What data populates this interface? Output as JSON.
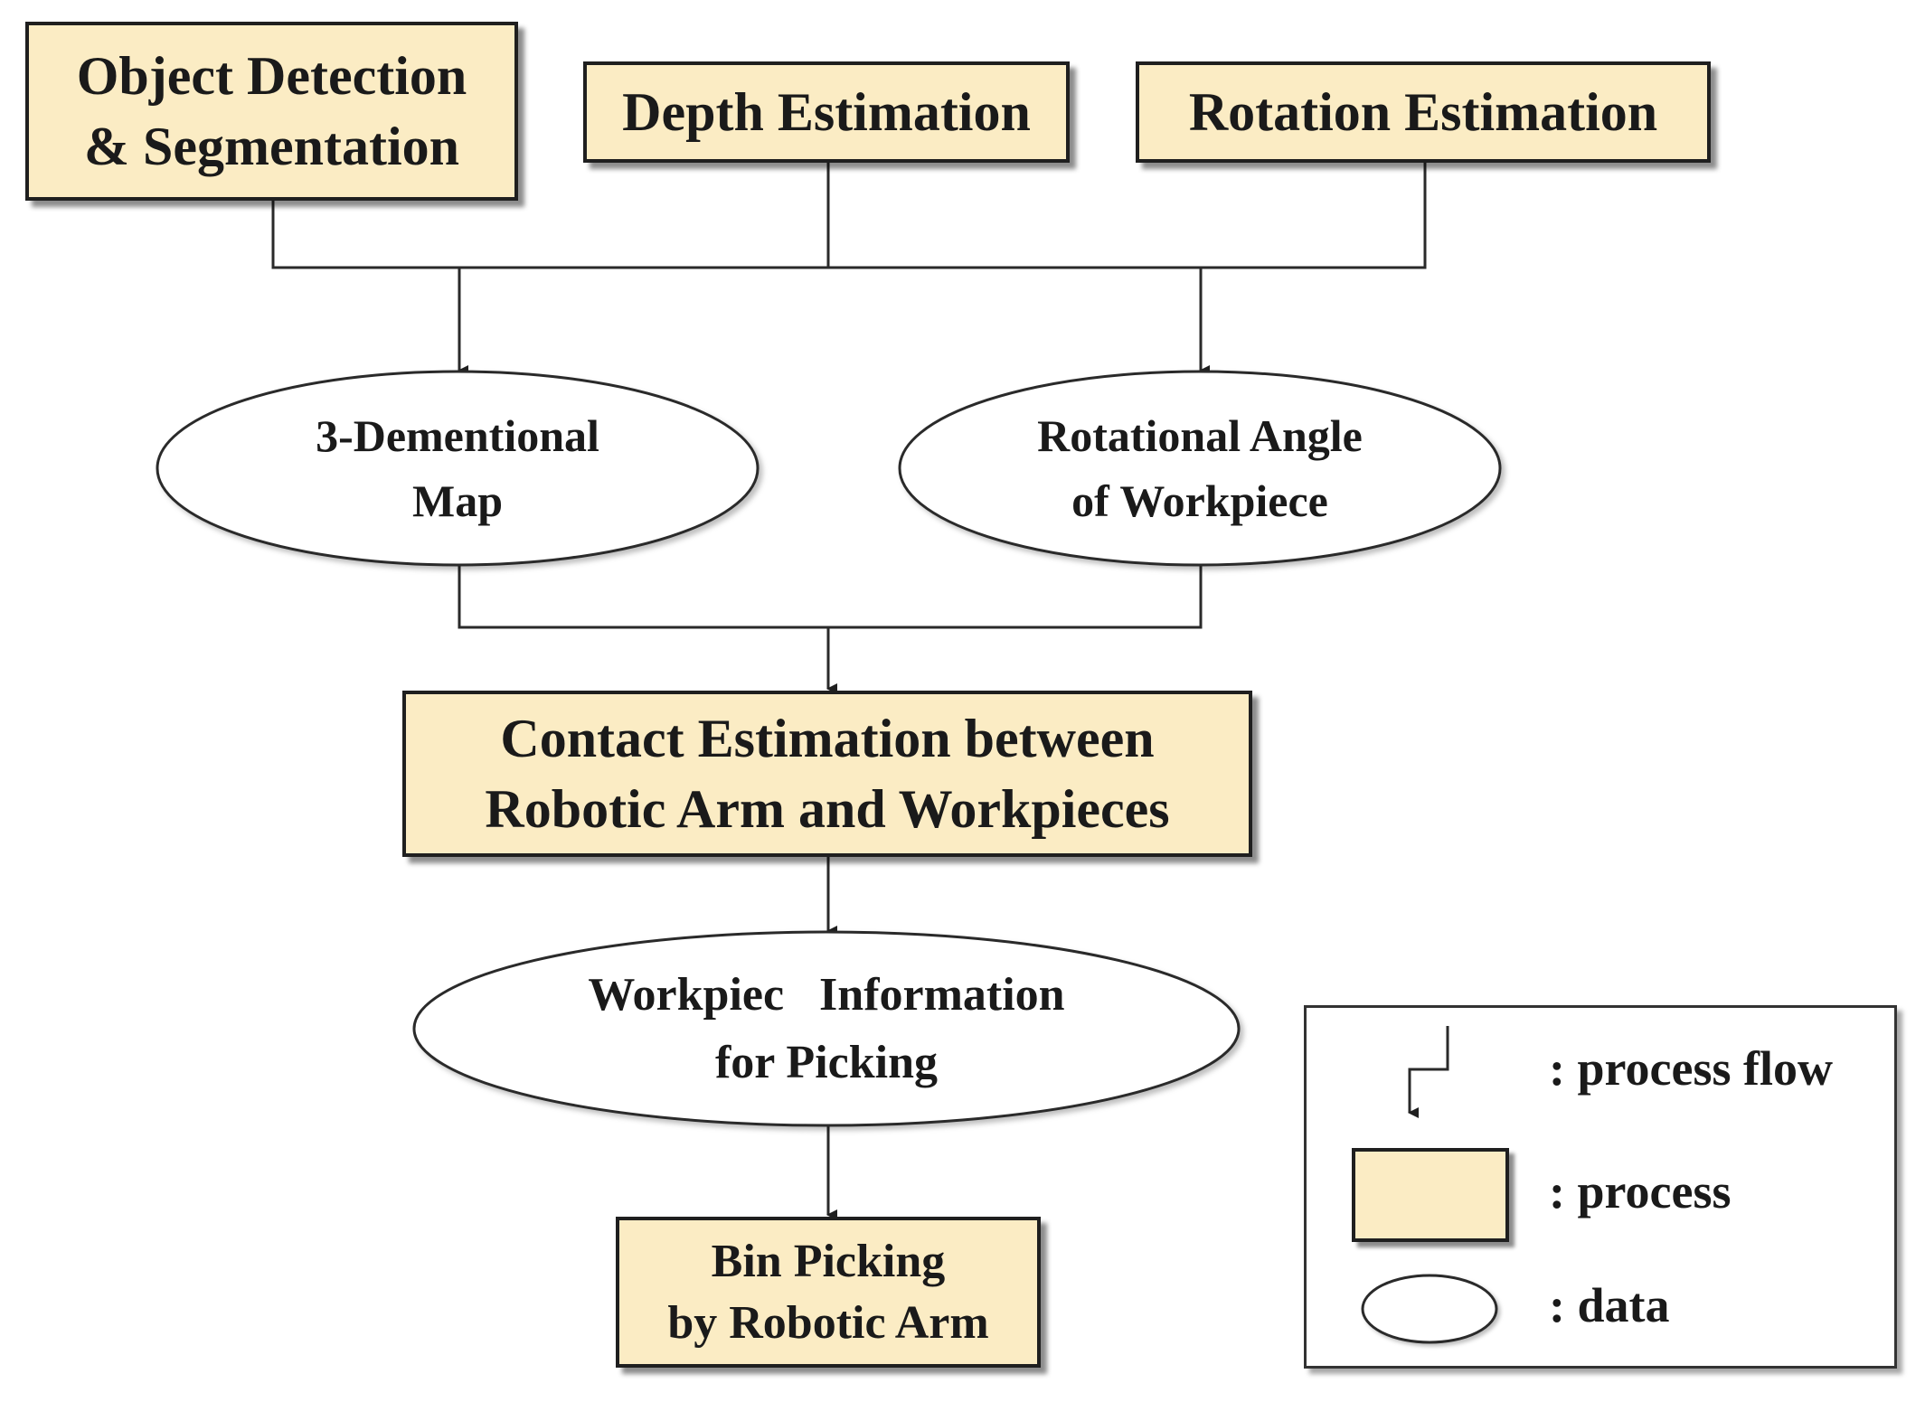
{
  "processes": {
    "object_detection": [
      "Object Detection",
      "& Segmentation"
    ],
    "depth_estimation": [
      "Depth Estimation"
    ],
    "rotation_estimation": [
      "Rotation Estimation"
    ],
    "contact_estimation": [
      "Contact Estimation between",
      "Robotic Arm and Workpieces"
    ],
    "bin_picking": [
      "Bin Picking",
      "by Robotic Arm"
    ]
  },
  "data_nodes": {
    "three_d_map": [
      "3-Dementional",
      "Map"
    ],
    "rotational_angle": [
      "Rotational Angle",
      "of Workpiece"
    ],
    "workpiece_info": [
      "Workpiec   Information",
      "for Picking"
    ]
  },
  "legend": {
    "process_flow": ": process flow",
    "process": ": process",
    "data": ": data"
  },
  "colors": {
    "process_fill": "#fbecc4",
    "stroke": "#1f1f1f"
  }
}
